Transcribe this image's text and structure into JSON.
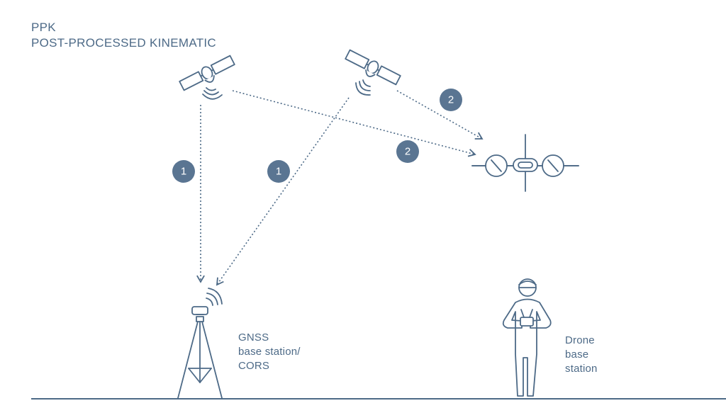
{
  "title": {
    "line1": "PPK",
    "line2": "POST-PROCESSED KINEMATIC"
  },
  "badges": {
    "b1a": "1",
    "b1b": "1",
    "b2a": "2",
    "b2b": "2"
  },
  "labels": {
    "gnss": [
      "GNSS",
      "base station/",
      "CORS"
    ],
    "drone_base": [
      "Drone",
      "base",
      "station"
    ]
  },
  "colors": {
    "stroke": "#4d6a87",
    "badge": "#5a7592",
    "background": "#ffffff"
  },
  "icons": [
    "satellite-icon",
    "satellite-icon",
    "drone-icon",
    "tripod-antenna-icon",
    "operator-icon"
  ]
}
